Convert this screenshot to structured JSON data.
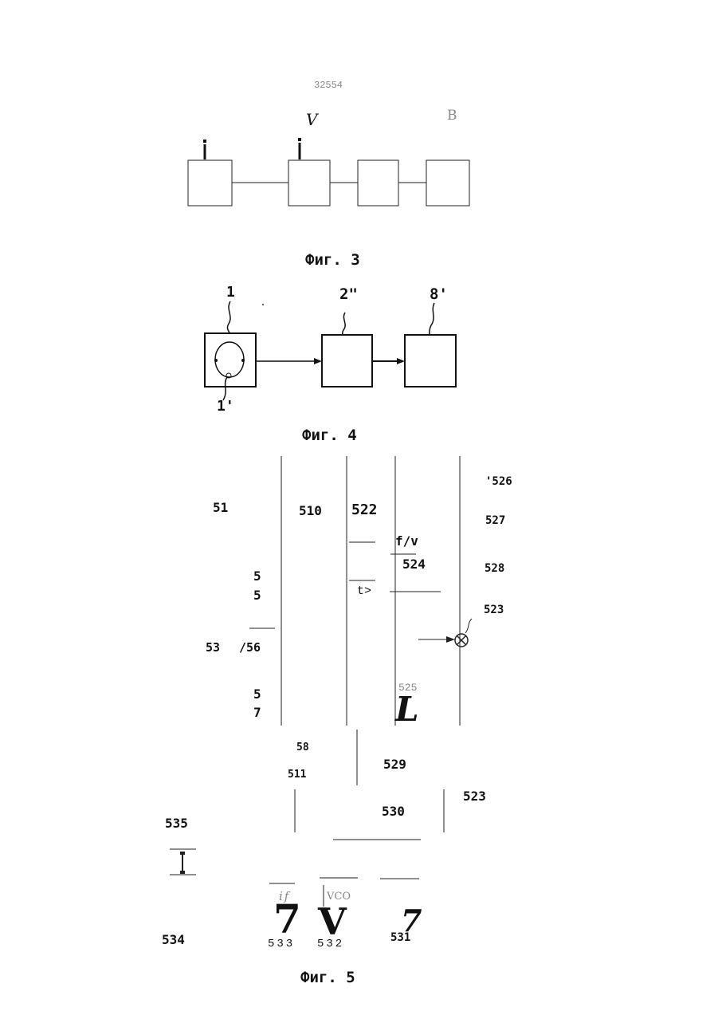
{
  "patent_number": "32554",
  "fig3": {
    "caption": "Фиг. 3",
    "top_label_v": "V",
    "top_label_b": "B"
  },
  "fig4": {
    "caption": "Фиг. 4",
    "ref_1": "1",
    "ref_2": "2\"",
    "ref_8": "8'",
    "ref_1prime": "1'"
  },
  "fig5": {
    "caption": "Фиг. 5",
    "labels": {
      "l51": "51",
      "l510": "510",
      "l522": "522",
      "l526": "'526",
      "l527": "527",
      "lfv": "f/v",
      "l524": "524",
      "l528": "528",
      "l55a": "5",
      "l55b": "5",
      "ltarrow": "t>",
      "l523a": "523",
      "l53": "53",
      "l56": "/56",
      "l525": "525",
      "l57a": "5",
      "l57b": "7",
      "l58": "58",
      "l511": "511",
      "l529": "529",
      "l523b": "523",
      "l535": "535",
      "l530": "530",
      "lif": "if",
      "lvco": "VCO",
      "l534": "534",
      "l533": "533",
      "l532": "532",
      "l531": "531"
    },
    "glyphs": {
      "big_l": "L",
      "big_7a": "7",
      "big_v": "V",
      "big_7b": "7"
    }
  }
}
